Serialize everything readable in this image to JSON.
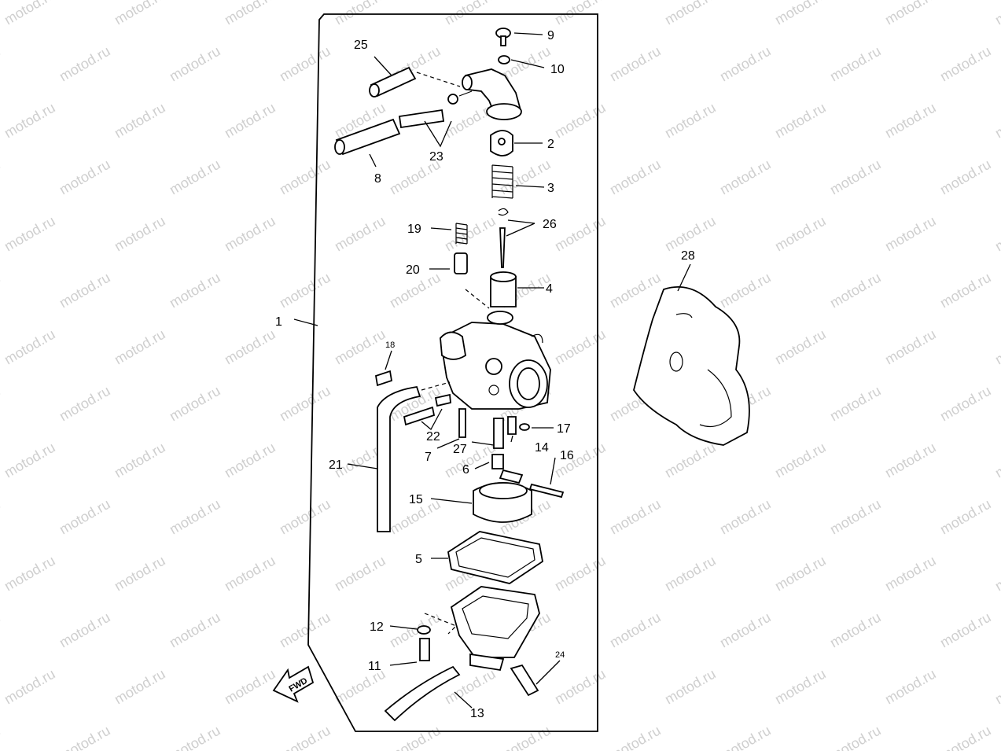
{
  "watermark": "motod.ru",
  "direction_label": "FWD",
  "labels": {
    "l1": "1",
    "l2": "2",
    "l3": "3",
    "l4": "4",
    "l5": "5",
    "l6": "6",
    "l7": "7",
    "l8": "8",
    "l9": "9",
    "l10": "10",
    "l11": "11",
    "l12": "12",
    "l13": "13",
    "l14": "14",
    "l15": "15",
    "l16": "16",
    "l17": "17",
    "l18": "18",
    "l19": "19",
    "l20": "20",
    "l21": "21",
    "l22": "22",
    "l23": "23",
    "l24": "24",
    "l25": "25",
    "l26": "26",
    "l27": "27",
    "l28": "28"
  }
}
